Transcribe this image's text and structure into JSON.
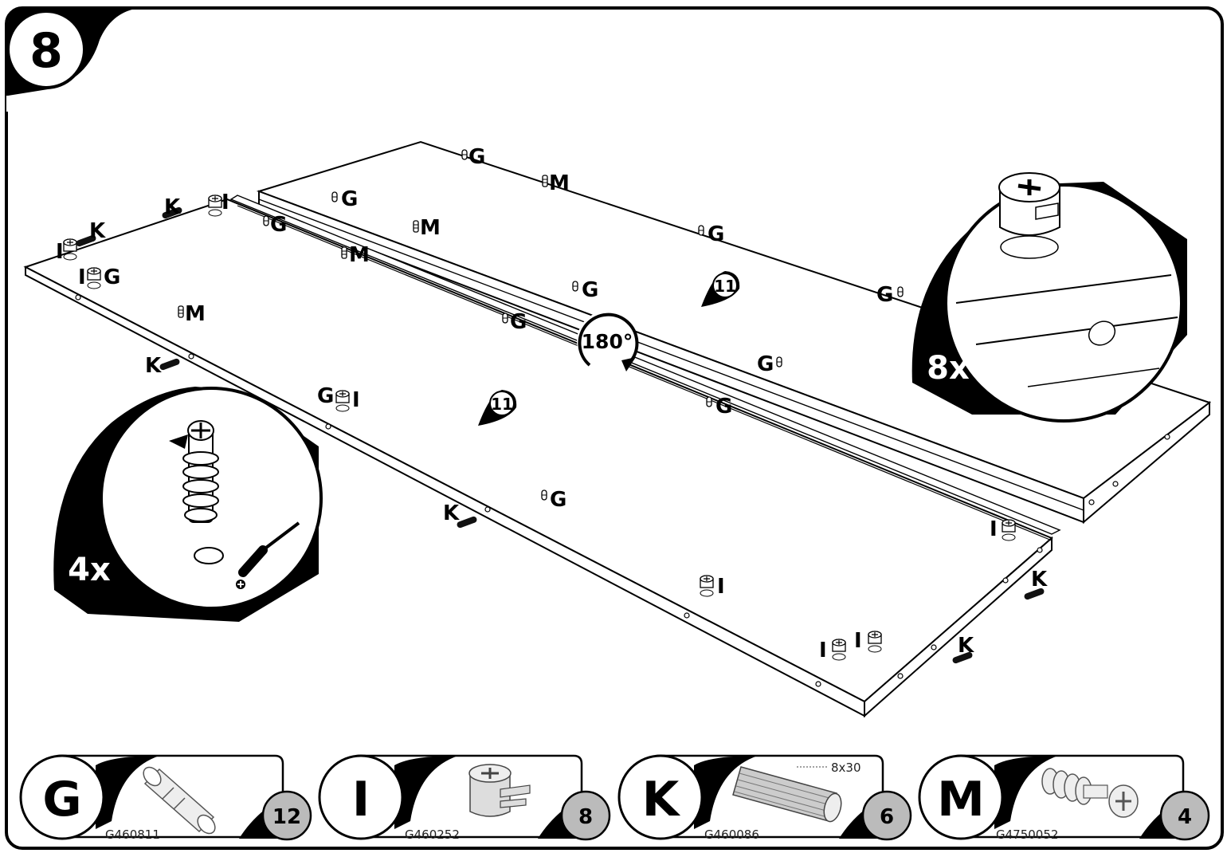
{
  "step": {
    "number": "8"
  },
  "rotation": {
    "label": "180°"
  },
  "reference_marker": "11",
  "details": [
    {
      "multiplier": "8x",
      "part": "I"
    },
    {
      "multiplier": "4x",
      "part": "M"
    }
  ],
  "part_labels": [
    "G",
    "I",
    "K",
    "M"
  ],
  "dimension": "8x30",
  "parts": [
    {
      "letter": "G",
      "code": "G460811",
      "count": "12"
    },
    {
      "letter": "I",
      "code": "G460252",
      "count": "8"
    },
    {
      "letter": "K",
      "code": "G460086",
      "count": "6"
    },
    {
      "letter": "M",
      "code": "G4750052",
      "count": "4"
    }
  ],
  "icons": [
    "dowel-icon",
    "cam-lock-icon",
    "wood-dowel-icon",
    "cam-bolt-icon",
    "screwdriver-icon",
    "rotate-arrow-icon"
  ]
}
